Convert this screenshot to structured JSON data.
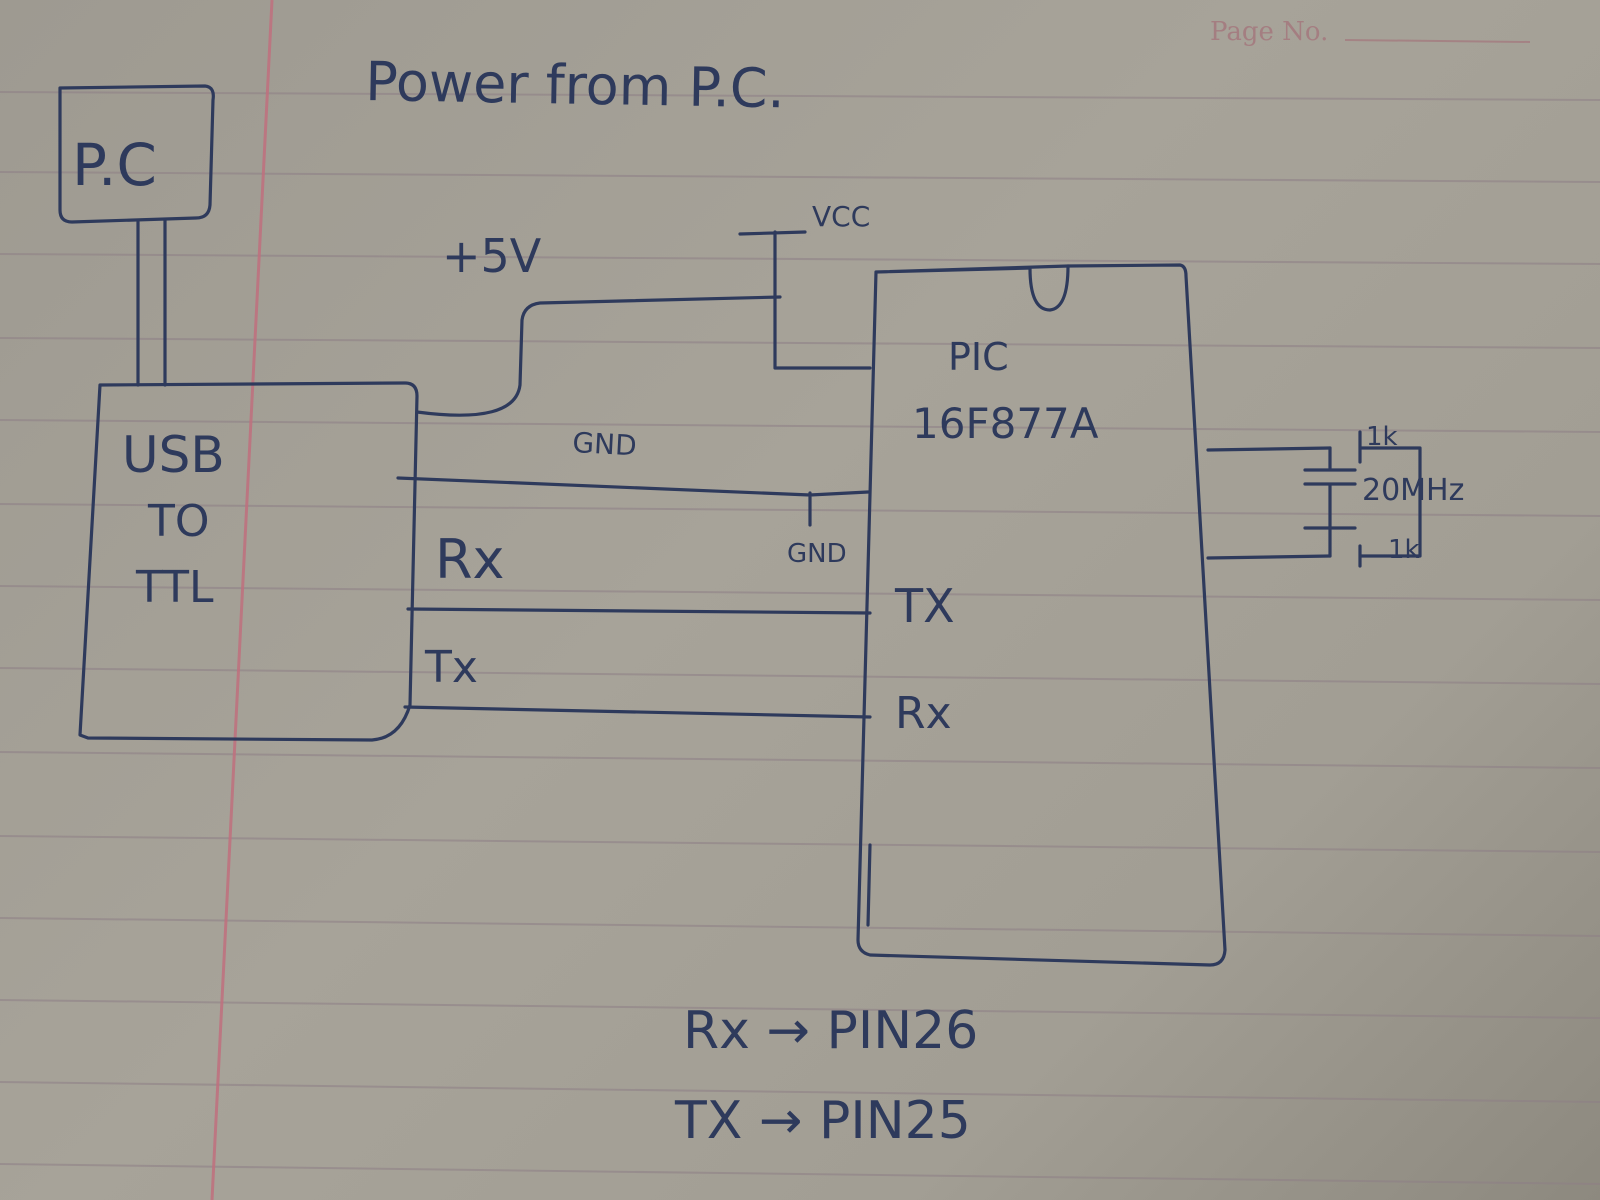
{
  "page_header": "Page No.",
  "title": "Power from P.C.",
  "pc_box": {
    "label": "P.C"
  },
  "usb_module": {
    "line1": "USB",
    "line2": "TO",
    "line3": "TTL"
  },
  "wires": {
    "plus5v": "+5V",
    "vcc": "VCC",
    "gnd_wire": "GND",
    "gnd_pin": "GND"
  },
  "usb_pins": {
    "rx": "Rx",
    "tx": "Tx"
  },
  "pic": {
    "line1": "PIC",
    "line2": "16F877A",
    "tx": "TX",
    "rx": "Rx"
  },
  "crystal": {
    "top_cap": "1k",
    "freq": "20MHz",
    "bottom_cap": "1k"
  },
  "notes": {
    "rx_pin": "Rx → PIN26",
    "tx_pin": "TX → PIN25"
  },
  "colors": {
    "ink": "#2e3a5c",
    "paper": "#a7a399",
    "margin_line": "#c0707e"
  }
}
